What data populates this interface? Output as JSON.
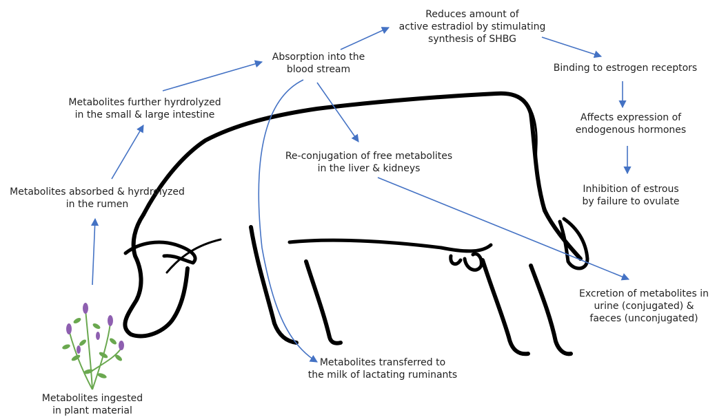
{
  "colors": {
    "arrow": "#4472C4",
    "outline": "#000000",
    "text": "#222222",
    "plant_leaf": "#6aa84f",
    "plant_flower": "#8e5fb0"
  },
  "nodes": {
    "ingested": {
      "lines": [
        "Metabolites ingested",
        "in plant material"
      ]
    },
    "rumen": {
      "lines": [
        "Metabolites absorbed & hyrdrolyzed",
        "in the rumen"
      ]
    },
    "intestine": {
      "lines": [
        "Metabolites further hyrdrolyzed",
        "in the small & large intestine"
      ]
    },
    "absorption": {
      "lines": [
        "Absorption into the",
        "blood stream"
      ]
    },
    "shbg": {
      "lines": [
        "Reduces amount of",
        "active estradiol by stimulating",
        "synthesis of SHBG"
      ]
    },
    "binding": {
      "lines": [
        "Binding to estrogen receptors"
      ]
    },
    "expression": {
      "lines": [
        "Affects expression of",
        "endogenous hormones"
      ]
    },
    "inhibition": {
      "lines": [
        "Inhibition of estrous",
        "by failure to ovulate"
      ]
    },
    "reconjugation": {
      "lines": [
        "Re-conjugation of free metabolites",
        "in the liver & kidneys"
      ]
    },
    "excretion": {
      "lines": [
        "Excretion of metabolites in",
        "urine (conjugated) &",
        "faeces (unconjugated)"
      ]
    },
    "milk": {
      "lines": [
        "Metabolites transferred to",
        "the milk of lactating ruminants"
      ]
    }
  },
  "icons": {
    "animal": "cow-outline-icon",
    "plant": "flowering-plant-icon"
  }
}
